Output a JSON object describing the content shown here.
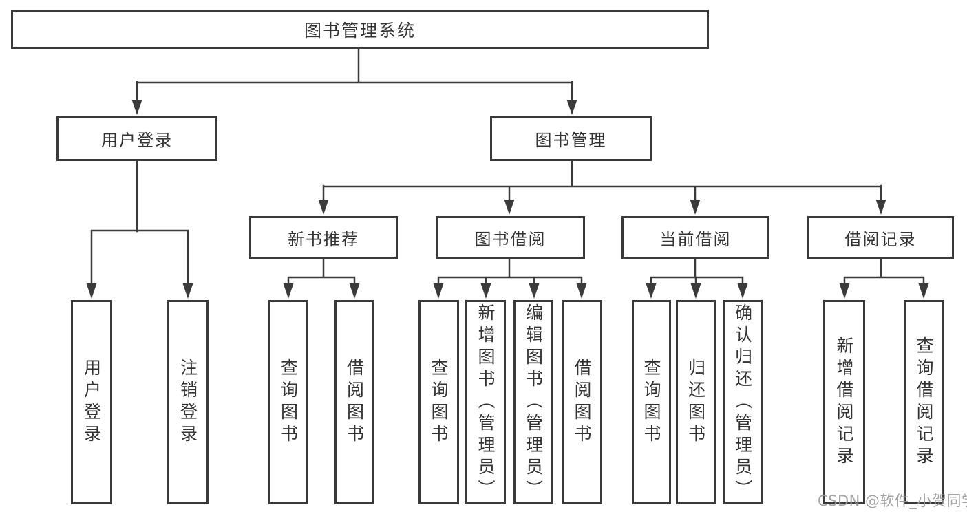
{
  "tree": {
    "root": {
      "label": "图书管理系统"
    },
    "children": [
      {
        "label": "用户登录",
        "children": [
          {
            "label": "用户登录"
          },
          {
            "label": "注销登录"
          }
        ]
      },
      {
        "label": "图书管理",
        "children": [
          {
            "label": "新书推荐",
            "children": [
              {
                "label": "查询图书"
              },
              {
                "label": "借阅图书"
              }
            ]
          },
          {
            "label": "图书借阅",
            "children": [
              {
                "label": "查询图书"
              },
              {
                "label": "新增图书（管理员）"
              },
              {
                "label": "编辑图书（管理员）"
              },
              {
                "label": "借阅图书"
              }
            ]
          },
          {
            "label": "当前借阅",
            "children": [
              {
                "label": "查询图书"
              },
              {
                "label": "归还图书"
              },
              {
                "label": "确认归还（管理员）"
              }
            ]
          },
          {
            "label": "借阅记录",
            "children": [
              {
                "label": "新增借阅记录"
              },
              {
                "label": "查询借阅记录"
              }
            ]
          }
        ]
      }
    ]
  },
  "watermark": {
    "text": "CSDN @软件_小贺同学"
  },
  "colors": {
    "line": "#3b3b3b",
    "border": "#3a3a3a",
    "text": "#333333",
    "watermark": "#9c9c9c",
    "background": "#ffffff"
  }
}
